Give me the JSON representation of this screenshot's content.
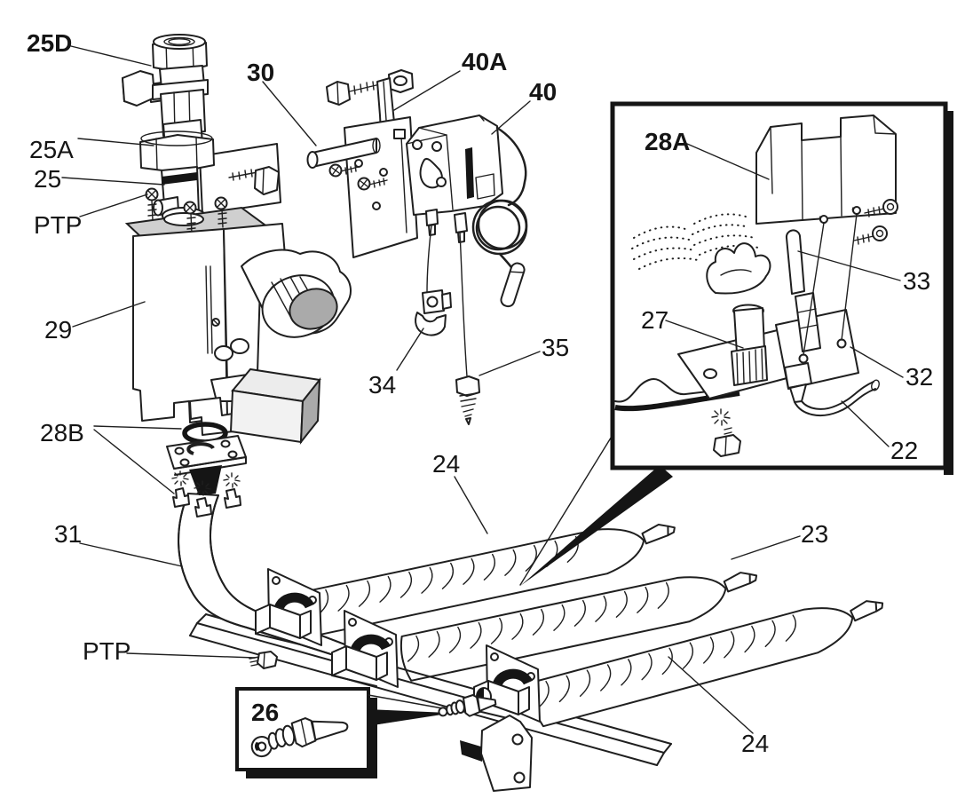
{
  "figure": {
    "colors": {
      "background": "#ffffff",
      "line": "#1f1f1f",
      "black_fill": "#151515",
      "shade_light": "#ececec",
      "shade_mid": "#cfcfcf",
      "shade_dark": "#aaaaaa"
    },
    "callouts": {
      "c25D": "25D",
      "c25A": "25A",
      "c25": "25",
      "cPTP_top": "PTP",
      "c30": "30",
      "c40A": "40A",
      "c40": "40",
      "c29": "29",
      "c34": "34",
      "c35": "35",
      "c28B": "28B",
      "c24_rear": "24",
      "c31": "31",
      "cPTP_bottom": "PTP",
      "c26": "26",
      "c23": "23",
      "c24_front": "24",
      "c28A": "28A",
      "c33": "33",
      "c27": "27",
      "c32": "32",
      "c22": "22"
    }
  }
}
